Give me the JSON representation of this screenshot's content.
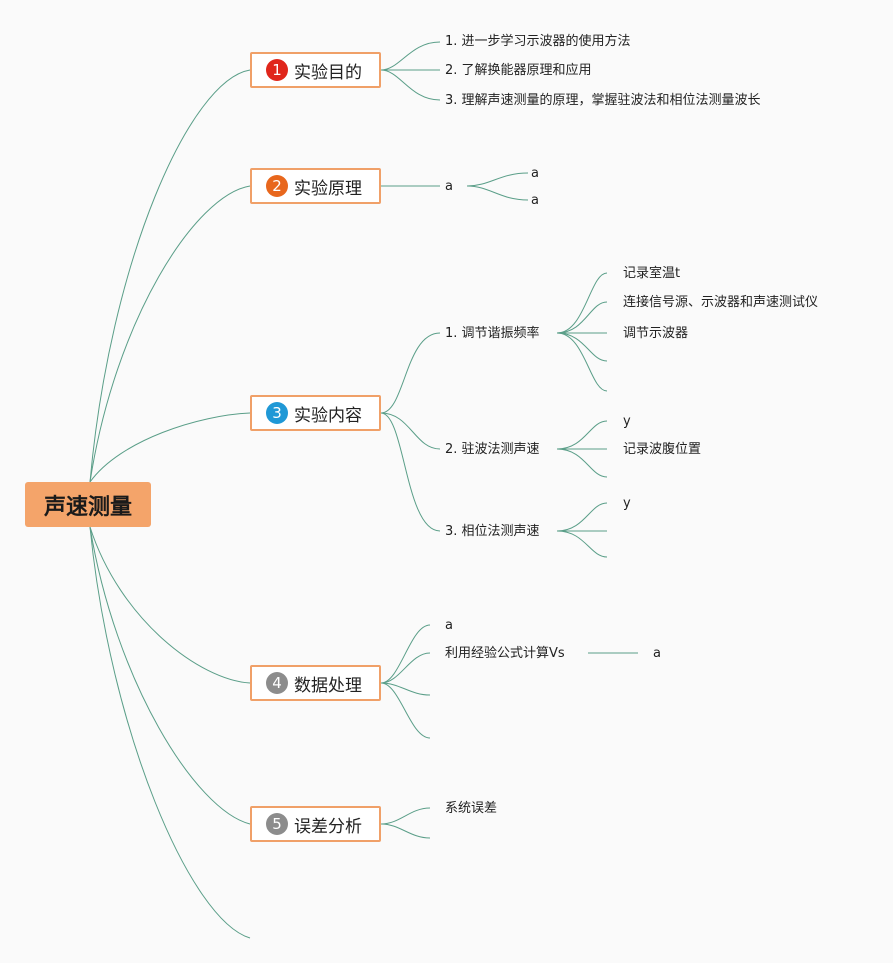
{
  "root": {
    "label": "声速测量"
  },
  "branches": [
    {
      "number": "1",
      "label": "实验目的",
      "color": "#e0261b"
    },
    {
      "number": "2",
      "label": "实验原理",
      "color": "#e8671d"
    },
    {
      "number": "3",
      "label": "实验内容",
      "color": "#1f98d6"
    },
    {
      "number": "4",
      "label": "数据处理",
      "color": "#8c8c8c"
    },
    {
      "number": "5",
      "label": "误差分析",
      "color": "#8c8c8c"
    }
  ],
  "purpose": {
    "items": [
      "1. 进一步学习示波器的使用方法",
      "2. 了解换能器原理和应用",
      "3. 理解声速测量的原理，掌握驻波法和相位法测量波长"
    ]
  },
  "principle": {
    "item": "a",
    "subitems": [
      "a",
      "a"
    ]
  },
  "content": {
    "tuning": {
      "label": "1. 调节谐振频率",
      "subitems": [
        "记录室温t",
        "连接信号源、示波器和声速测试仪",
        "调节示波器"
      ]
    },
    "standing": {
      "label": "2. 驻波法测声速",
      "subitems": [
        "y",
        "记录波腹位置"
      ]
    },
    "phase": {
      "label": "3. 相位法测声速",
      "subitems": [
        "y"
      ]
    }
  },
  "data_processing": {
    "item_a": "a",
    "formula": "利用经验公式计算Vs",
    "formula_result": "a"
  },
  "error_analysis": {
    "item": "系统误差"
  },
  "colors": {
    "line": "#5a9e88",
    "root_fill": "#f4a46a",
    "branch_border": "#f0a068"
  }
}
